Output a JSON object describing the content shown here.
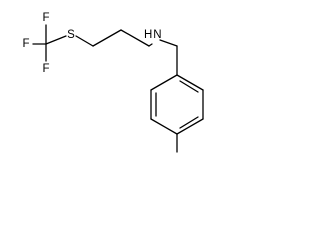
{
  "molecule": {
    "atoms": {
      "f_top": "F",
      "f_left": "F",
      "f_bottom": "F",
      "sulfur": "S",
      "amine": "H N"
    }
  }
}
